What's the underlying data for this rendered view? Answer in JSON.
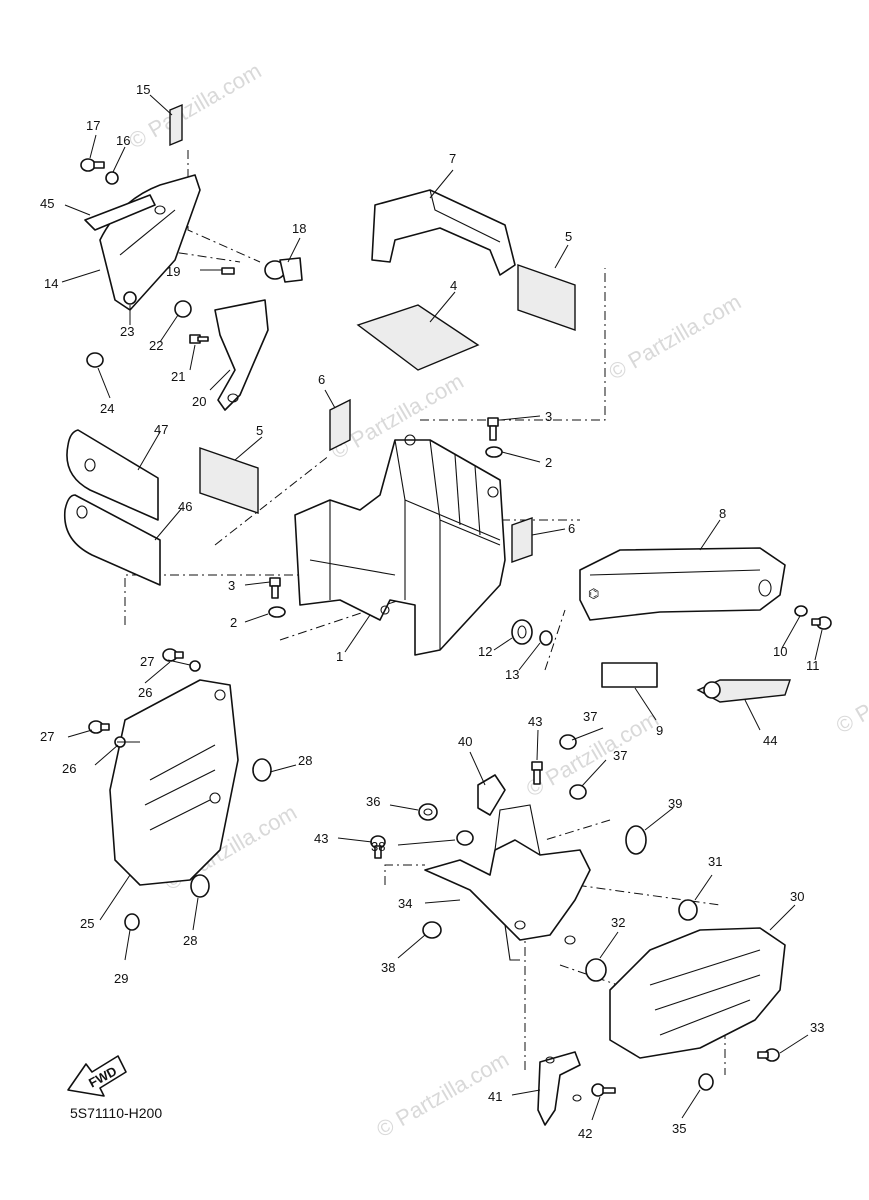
{
  "diagram": {
    "diagram_code": "5S71110-H200",
    "direction_label": "FWD",
    "watermark_text": "© Partzilla.com",
    "callouts": [
      "1",
      "2",
      "2",
      "3",
      "3",
      "4",
      "5",
      "5",
      "6",
      "6",
      "7",
      "8",
      "9",
      "10",
      "11",
      "12",
      "13",
      "14",
      "15",
      "16",
      "17",
      "18",
      "19",
      "20",
      "21",
      "22",
      "23",
      "24",
      "25",
      "26",
      "26",
      "27",
      "27",
      "28",
      "28",
      "29",
      "30",
      "31",
      "32",
      "33",
      "34",
      "35",
      "36",
      "37",
      "37",
      "38",
      "38",
      "39",
      "40",
      "41",
      "42",
      "43",
      "43",
      "44",
      "45",
      "46",
      "47"
    ]
  }
}
